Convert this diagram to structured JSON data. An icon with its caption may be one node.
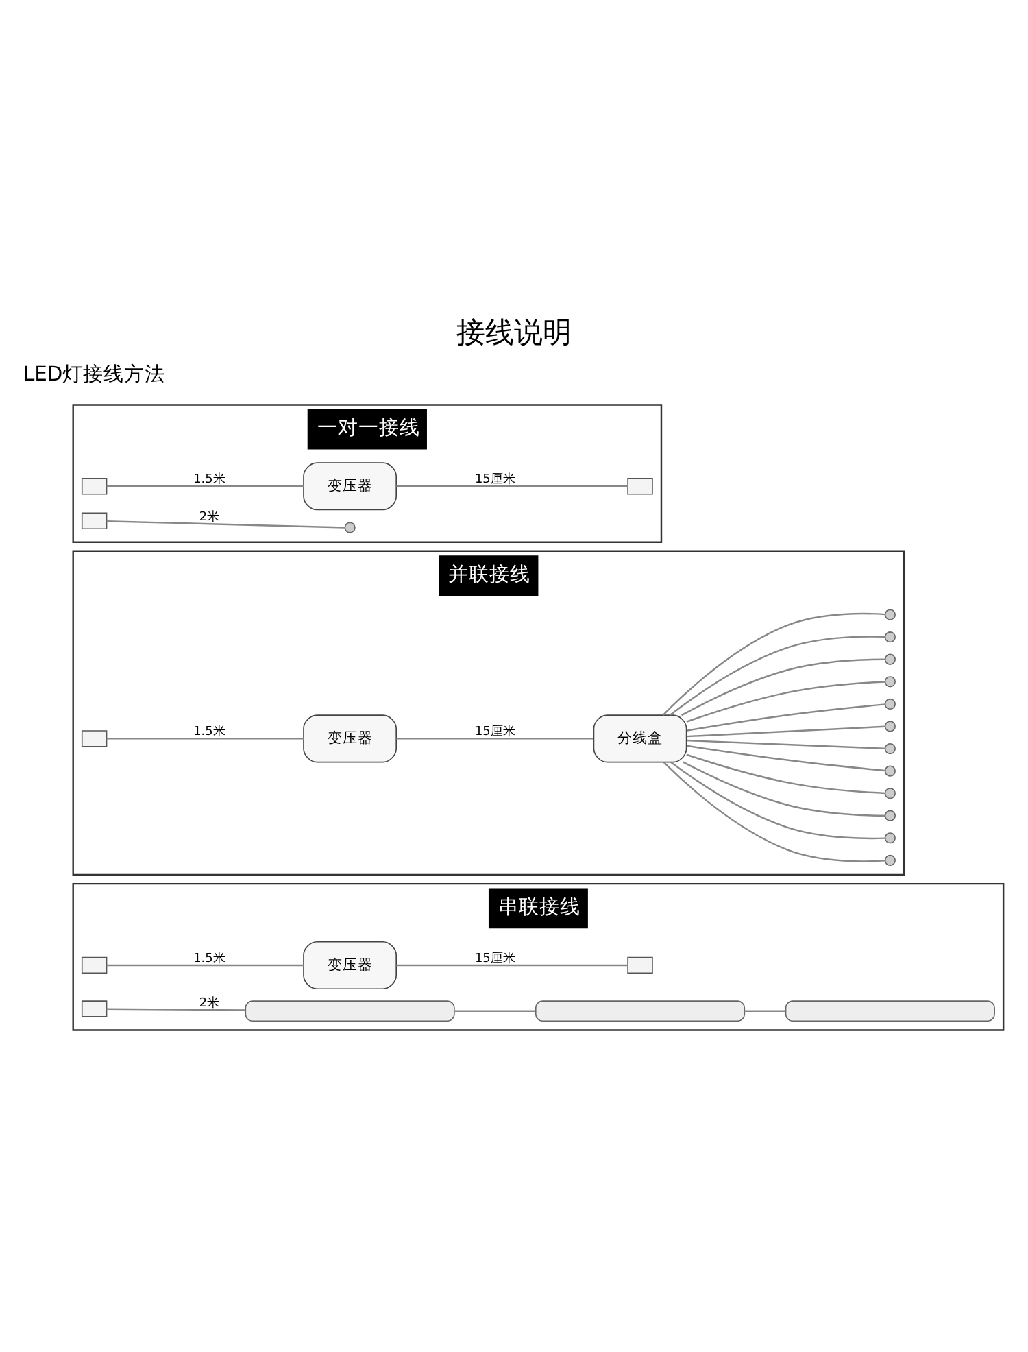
{
  "diagram": {
    "title": "接线说明",
    "nodes": [
      {
        "text": [
          "一对一接线"
        ]
      },
      {
        "text": [],
        "shape": "box",
        "in": 0
      },
      {
        "text": [
          "变压器"
        ],
        "in": 0
      },
      {
        "text": [],
        "shape": "box",
        "in": 0
      },
      {
        "text": [],
        "shape": "box",
        "in": 0
      },
      {
        "text": [],
        "shape": "circle",
        "in": 0
      },
      {
        "text": [
          "并联接线"
        ]
      },
      {
        "text": [],
        "shape": "box",
        "in": 6
      },
      {
        "text": [
          "变压器"
        ],
        "in": 6
      },
      {
        "text": [
          "分线盒"
        ],
        "in": 6
      },
      {
        "text": [],
        "shape": "circle",
        "in": 6
      },
      {
        "text": [],
        "shape": "circle",
        "in": 6
      },
      {
        "text": [],
        "shape": "circle",
        "in": 6
      },
      {
        "text": [],
        "shape": "circle",
        "in": 6
      },
      {
        "text": [],
        "shape": "circle",
        "in": 6
      },
      {
        "text": [],
        "shape": "circle",
        "in": 6
      },
      {
        "text": [],
        "shape": "circle",
        "in": 6
      },
      {
        "text": [],
        "shape": "circle",
        "in": 6
      },
      {
        "text": [],
        "shape": "circle",
        "in": 6
      },
      {
        "text": [],
        "shape": "circle",
        "in": 6
      },
      {
        "text": [],
        "shape": "circle",
        "in": 6
      },
      {
        "text": [],
        "shape": "circle",
        "in": 6
      },
      {
        "text": [
          "串联接线"
        ]
      },
      {
        "text": [],
        "shape": "box",
        "in": 22
      },
      {
        "text": [
          "变压器"
        ],
        "in": 22
      },
      {
        "text": [],
        "shape": "box",
        "in": 22
      },
      {
        "text": [],
        "shape": "box",
        "in": 22
      },
      {
        "text": [],
        "shape": "bar",
        "in": 22
      },
      {
        "text": [],
        "shape": "bar",
        "in": 22
      },
      {
        "text": [],
        "shape": "bar",
        "in": 22
      }
    ],
    "edges": [
      {
        "from": 1,
        "to": 2,
        "arrow": "none",
        "label": "1.5米"
      },
      {
        "from": 2,
        "to": 3,
        "arrow": "none",
        "label": "15厘米"
      },
      {
        "from": 4,
        "to": 5,
        "arrow": "none",
        "label": "2米"
      },
      {
        "from": 7,
        "to": 8,
        "arrow": "none",
        "label": "1.5米"
      },
      {
        "from": 8,
        "to": 9,
        "arrow": "none",
        "label": "15厘米"
      },
      {
        "from": 9,
        "to": 10,
        "arrow": "none"
      },
      {
        "from": 9,
        "to": 11,
        "arrow": "none"
      },
      {
        "from": 9,
        "to": 12,
        "arrow": "none"
      },
      {
        "from": 9,
        "to": 13,
        "arrow": "none"
      },
      {
        "from": 9,
        "to": 14,
        "arrow": "none"
      },
      {
        "from": 9,
        "to": 15,
        "arrow": "none"
      },
      {
        "from": 9,
        "to": 16,
        "arrow": "none"
      },
      {
        "from": 9,
        "to": 17,
        "arrow": "none"
      },
      {
        "from": 9,
        "to": 18,
        "arrow": "none"
      },
      {
        "from": 9,
        "to": 19,
        "arrow": "none"
      },
      {
        "from": 9,
        "to": 20,
        "arrow": "none"
      },
      {
        "from": 9,
        "to": 21,
        "arrow": "none"
      },
      {
        "from": 23,
        "to": 24,
        "arrow": "none",
        "label": "1.5米"
      },
      {
        "from": 24,
        "to": 25,
        "arrow": "none",
        "label": "15厘米"
      },
      {
        "from": 26,
        "to": 27,
        "arrow": "none",
        "label": "2米"
      },
      {
        "from": 27,
        "to": 28,
        "arrow": "none"
      },
      {
        "from": 28,
        "to": 29,
        "arrow": "none"
      }
    ],
    "labels": [
      "LED灯接线方法"
    ]
  }
}
